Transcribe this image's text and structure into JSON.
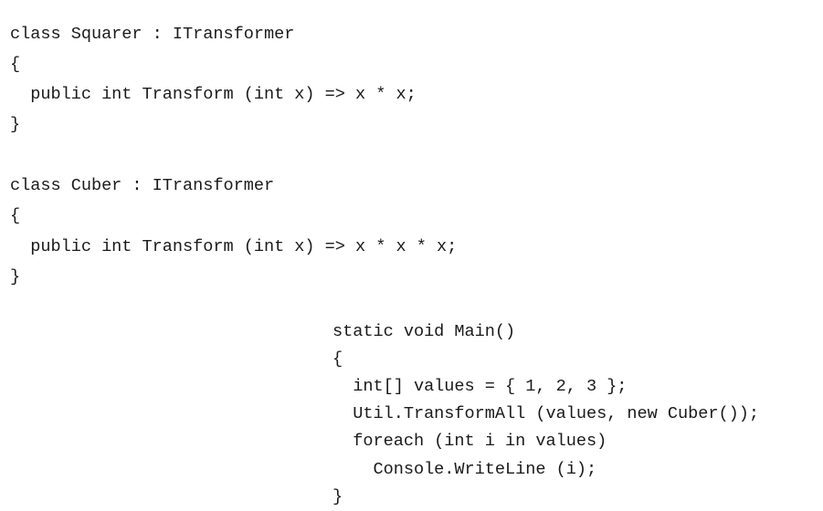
{
  "document": {
    "kind": "code-listing",
    "language": "C#",
    "background_color": "#ffffff",
    "text_color": "#1a1a1a"
  },
  "blocks": [
    {
      "id": "classes",
      "name": "transformer-implementations",
      "lines": [
        "class Squarer : ITransformer",
        "{",
        "  public int Transform (int x) => x * x;",
        "}",
        "",
        "class Cuber : ITransformer",
        "{",
        "  public int Transform (int x) => x * x * x;",
        "}"
      ]
    },
    {
      "id": "main",
      "name": "main-method",
      "lines": [
        "static void Main()",
        "{",
        "  int[] values = { 1, 2, 3 };",
        "  Util.TransformAll (values, new Cuber());",
        "  foreach (int i in values)",
        "    Console.WriteLine (i);",
        "}"
      ]
    }
  ]
}
